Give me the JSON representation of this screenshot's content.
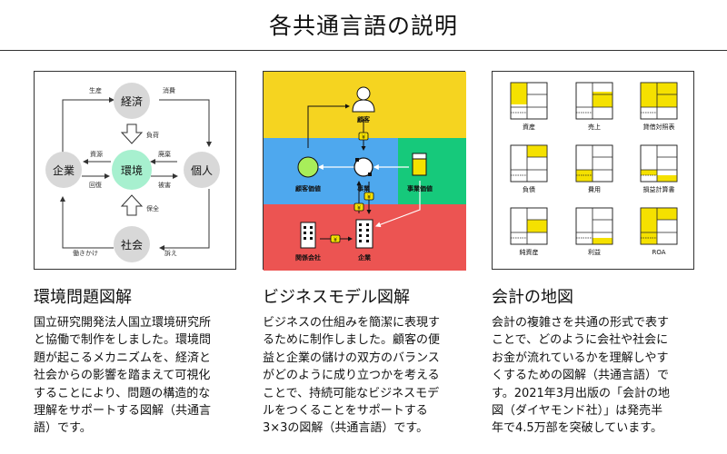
{
  "page": {
    "title": "各共通言語の説明"
  },
  "env": {
    "nodes": {
      "top": "経済",
      "center": "環境",
      "left": "企業",
      "right": "個人",
      "bottom": "社会"
    },
    "labels": {
      "seisan": "生産",
      "shohi": "消費",
      "fuka": "負荷",
      "shigen": "資源",
      "kaishu": "回復",
      "haiki": "廃棄",
      "higai": "被害",
      "hozen": "保全",
      "hatarakikake": "働きかけ",
      "uttae": "訴え"
    }
  },
  "biz": {
    "labels": {
      "kokyaku": "顧客",
      "kokyaku_kachi": "顧客価値",
      "jigyo": "事業",
      "jigyo_kachi": "事業価値",
      "kankei_kaisha": "関係会社",
      "kigyo": "企業"
    },
    "yen": "¥",
    "colors": {
      "yellow": "#F5D420",
      "blue": "#4EA8EE",
      "green": "#16C97B",
      "red": "#EC5452"
    }
  },
  "acct": {
    "accent": "#F5E100",
    "labels": [
      "資産",
      "売上",
      "貸借対照表",
      "負債",
      "費用",
      "損益計算書",
      "純資産",
      "利益",
      "ROA"
    ]
  },
  "sections": [
    {
      "title": "環境問題図解",
      "lines": [
        "国立研究開発法人国立環境研究所",
        "と協働で制作をしました。環境問",
        "題が起こるメカニズムを、経済と",
        "社会からの影響を踏まえて可視化",
        "することにより、問題の構造的な",
        "理解をサポートする図解（共通言",
        "語）です。"
      ]
    },
    {
      "title": "ビジネスモデル図解",
      "lines": [
        "ビジネスの仕組みを簡潔に表現す",
        "るために制作しました。顧客の便",
        "益と企業の儲けの双方のバランス",
        "がどのように成り立つかを考える",
        "ことで、持続可能なビジネスモデ",
        "ルをつくることをサポートする",
        "3×3の図解（共通言語）です。"
      ]
    },
    {
      "title": "会計の地図",
      "lines": [
        "会計の複雑さを共通の形式で表す",
        "ことで、どのように会社や社会に",
        "お金が流れているかを理解しやす",
        "くするための図解（共通言語）で",
        "す。2021年3月出版の「会計の地",
        "図（ダイヤモンド社）」は発売半",
        "年で4.5万部を突破しています。"
      ]
    }
  ]
}
